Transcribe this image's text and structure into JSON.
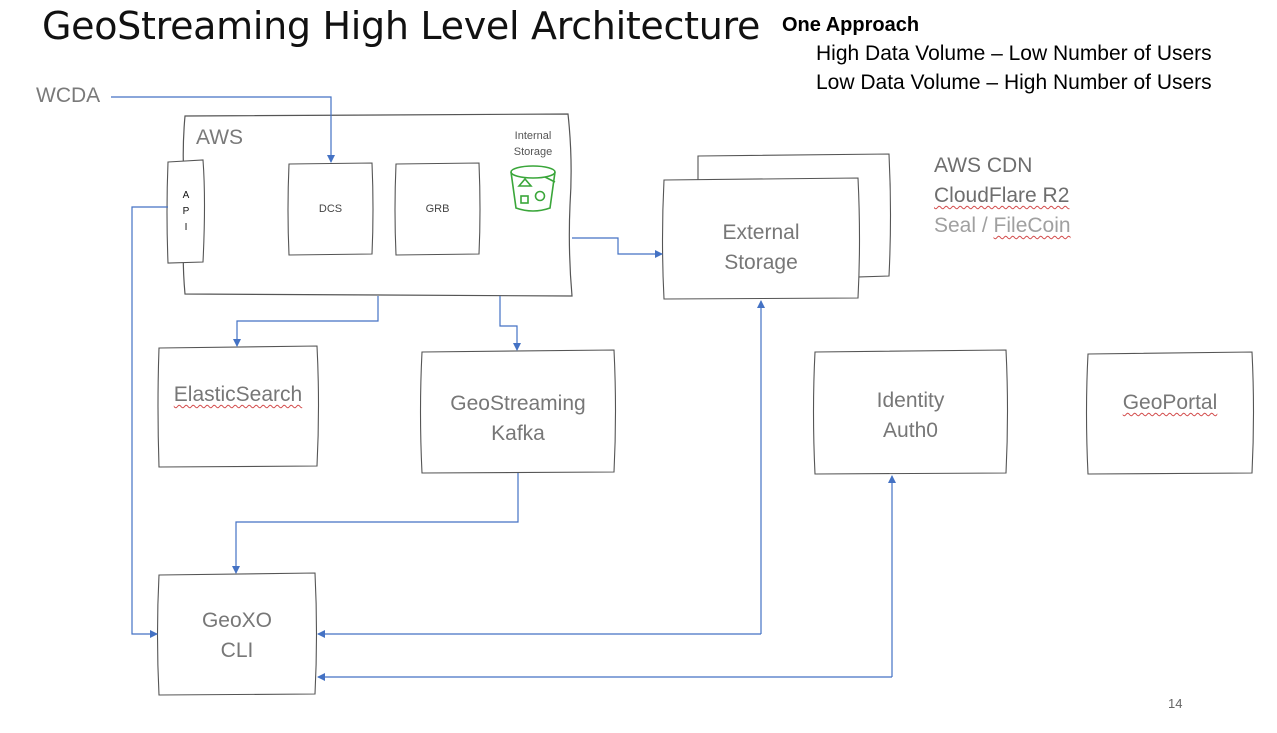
{
  "title": "GeoStreaming High Level Architecture",
  "approach": {
    "heading": "One Approach",
    "line1": "High Data Volume – Low Number of Users",
    "line2": "Low Data Volume – High Number of Users"
  },
  "nodes": {
    "wcda": "WCDA",
    "aws": "AWS",
    "api": [
      "A",
      "P",
      "I"
    ],
    "dcs": "DCS",
    "grb": "GRB",
    "internal_storage": [
      "Internal",
      "Storage"
    ],
    "external_storage": [
      "External",
      "Storage"
    ],
    "elasticsearch": "ElasticSearch",
    "geostreaming_kafka": [
      "GeoStreaming",
      "Kafka"
    ],
    "identity": [
      "Identity",
      "Auth0"
    ],
    "geoportal": "GeoPortal",
    "geoxo_cli": [
      "GeoXO",
      "CLI"
    ]
  },
  "cdn_options": {
    "line1": "AWS CDN",
    "line2": "CloudFlare R2",
    "line3_a": "Seal / ",
    "line3_b": "FileCoin"
  },
  "page_number": "14",
  "colors": {
    "arrow": "#4472c4",
    "box_stroke": "#555555",
    "bucket": "#3aa63a"
  }
}
